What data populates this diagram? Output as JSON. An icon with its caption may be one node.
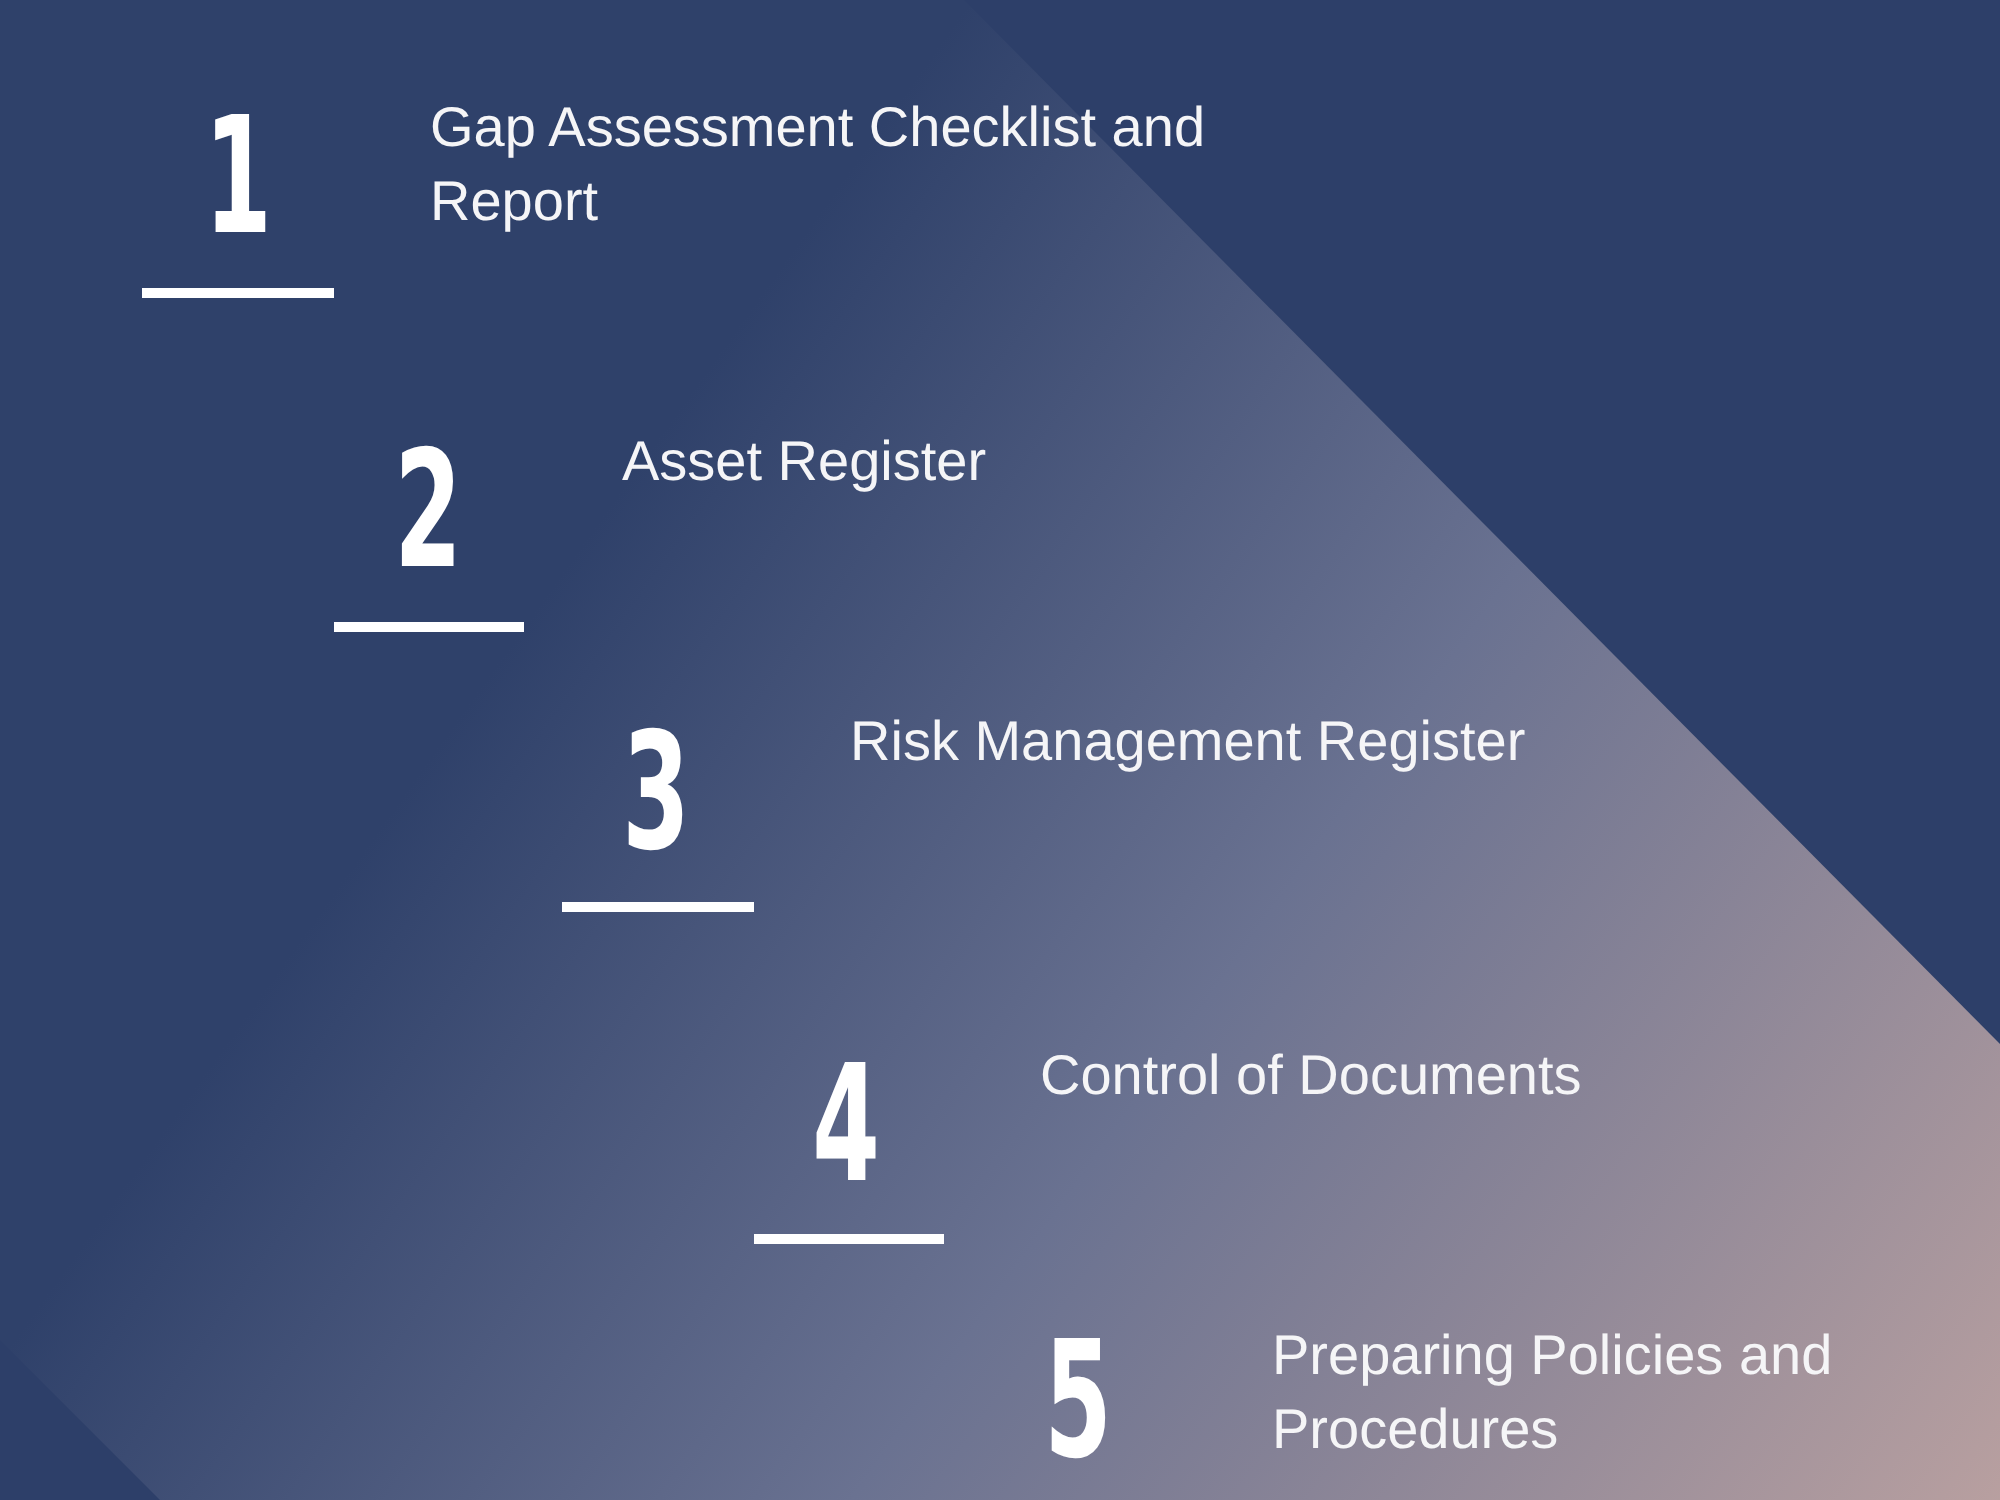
{
  "diagram": {
    "labels": [
      "1",
      "Gap Assessment Checklist and Report",
      "2",
      "Asset Register",
      "3",
      "Risk Management Register",
      "4",
      "Control of Documents",
      "5",
      "Preparing Policies and Procedures"
    ]
  }
}
